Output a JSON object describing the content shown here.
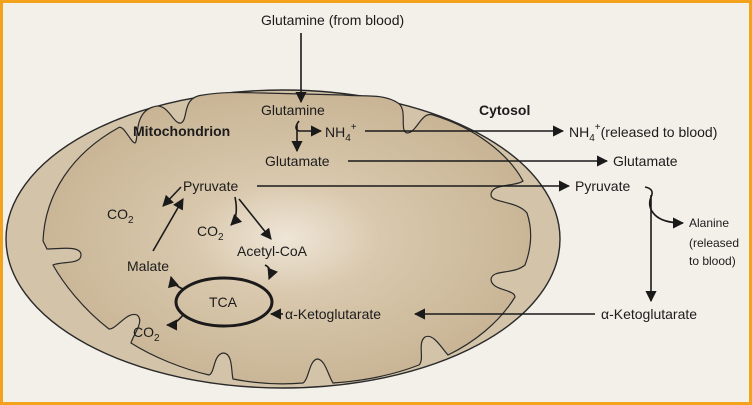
{
  "colors": {
    "frame_border": "#f4a21c",
    "background": "#f3efe9",
    "mitochondrion_fill": "#d3c3a9",
    "matrix_fill": "#cbb89a",
    "line": "#1a1a1a"
  },
  "labels": {
    "glutamine_from_blood": "Glutamine (from blood)",
    "glutamine": "Glutamine",
    "mitochondrion": "Mitochondrion",
    "cytosol": "Cytosol",
    "nh4_inner": "NH",
    "nh4_inner_sub": "4",
    "nh4_inner_sup": "+",
    "nh4_released": "NH",
    "nh4_released_sub": "4",
    "nh4_released_sup": "+",
    "nh4_released_suffix": "(released to blood)",
    "glutamate_inner": "Glutamate",
    "glutamate_outer": "Glutamate",
    "pyruvate_inner": "Pyruvate",
    "pyruvate_outer": "Pyruvate",
    "co2_top": "CO",
    "co2_top_sub": "2",
    "co2_middle": "CO",
    "co2_middle_sub": "2",
    "co2_bottom": "CO",
    "co2_bottom_sub": "2",
    "acetyl_coa": "Acetyl-CoA",
    "malate": "Malate",
    "tca": "TCA",
    "alpha_kg_inner": "α-Ketoglutarate",
    "alpha_kg_outer": "α-Ketoglutarate",
    "alanine_line1": "Alanine",
    "alanine_line2": "(released",
    "alanine_line3": "to blood)"
  }
}
